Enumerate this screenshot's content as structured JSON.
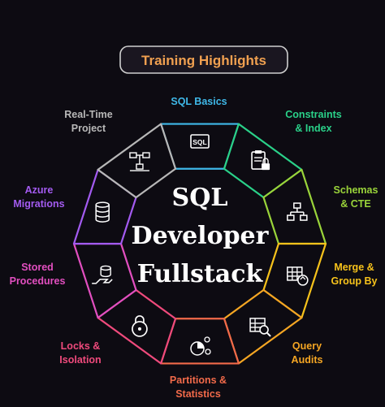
{
  "title_pill": {
    "text": "Training Highlights",
    "color": "#f0a050"
  },
  "center": {
    "lines": [
      "SQL",
      "Developer",
      "Fullstack"
    ]
  },
  "segments": [
    {
      "id": "sql-basics",
      "label_lines": [
        "SQL Basics"
      ],
      "color": "#3fb8e8",
      "icon": "sql-code-icon"
    },
    {
      "id": "constraints-index",
      "label_lines": [
        "Constraints",
        "& Index"
      ],
      "color": "#2ad189",
      "icon": "clipboard-lock-icon"
    },
    {
      "id": "schemas-cte",
      "label_lines": [
        "Schemas",
        "& CTE"
      ],
      "color": "#9ad43a",
      "icon": "hierarchy-icon"
    },
    {
      "id": "merge-group-by",
      "label_lines": [
        "Merge &",
        "Group By"
      ],
      "color": "#f6c21b",
      "icon": "table-refresh-icon"
    },
    {
      "id": "query-audits",
      "label_lines": [
        "Query",
        "Audits"
      ],
      "color": "#f5a623",
      "icon": "table-search-icon"
    },
    {
      "id": "partitions-statistics",
      "label_lines": [
        "Partitions &",
        "Statistics"
      ],
      "color": "#f26a4a",
      "icon": "pie-users-icon"
    },
    {
      "id": "locks-isolation",
      "label_lines": [
        "Locks &",
        "Isolation"
      ],
      "color": "#ef4a7c",
      "icon": "lock-icon"
    },
    {
      "id": "stored-procedures",
      "label_lines": [
        "Stored",
        "Procedures"
      ],
      "color": "#e24fc0",
      "icon": "database-hand-icon"
    },
    {
      "id": "azure-migrations",
      "label_lines": [
        "Azure",
        "Migrations"
      ],
      "color": "#a35bf0",
      "icon": "database-icon"
    },
    {
      "id": "real-time-project",
      "label_lines": [
        "Real-Time",
        "Project"
      ],
      "color": "#b8b8b8",
      "icon": "network-icon"
    }
  ]
}
